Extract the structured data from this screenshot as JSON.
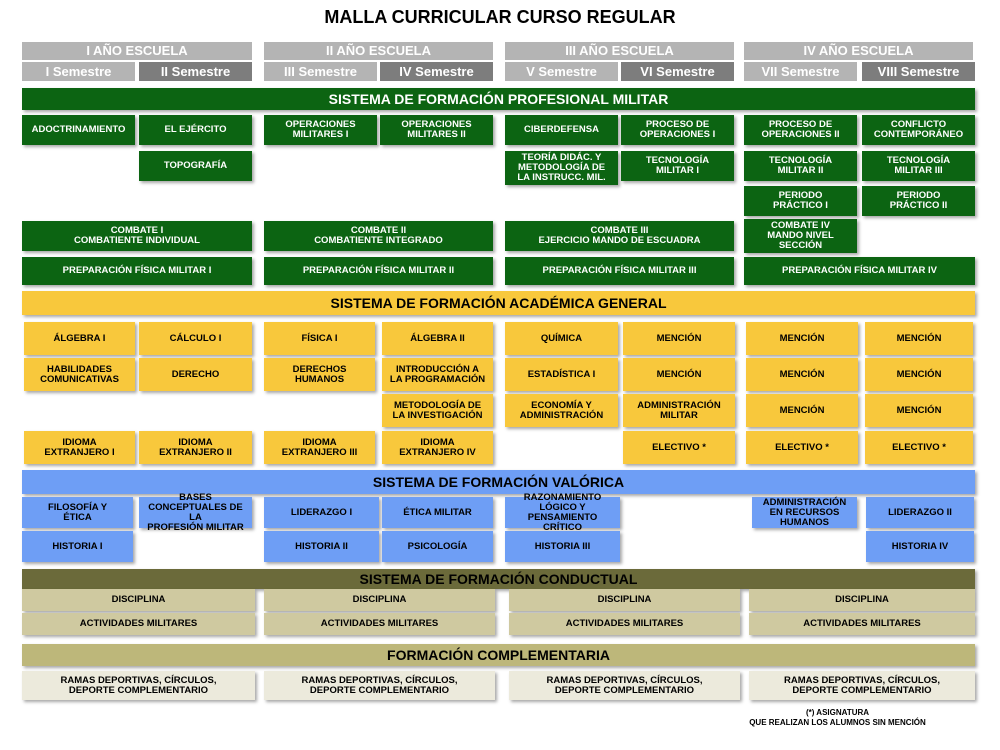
{
  "title": "MALLA CURRICULAR CURSO REGULAR",
  "years": [
    "I AÑO ESCUELA",
    "II AÑO ESCUELA",
    "III AÑO ESCUELA",
    "IV AÑO ESCUELA"
  ],
  "semesters": [
    "I Semestre",
    "II Semestre",
    "III Semestre",
    "IV Semestre",
    "V Semestre",
    "VI Semestre",
    "VII Semestre",
    "VIII Semestre"
  ],
  "profesional": {
    "header": "SISTEMA DE FORMACIÓN PROFESIONAL MILITAR",
    "items": [
      "ADOCTRINAMIENTO",
      "EL EJÉRCITO",
      "TOPOGRAFÍA",
      "OPERACIONES\nMILITARES I",
      "OPERACIONES\nMILITARES II",
      "CIBERDEFENSA",
      "TEORÍA DIDÁC. Y\nMETODOLOGÍA DE\nLA INSTRUCC. MIL.",
      "PROCESO DE\nOPERACIONES I",
      "TECNOLOGÍA\nMILITAR I",
      "PROCESO DE\nOPERACIONES II",
      "TECNOLOGÍA\nMILITAR II",
      "PERIODO\nPRÁCTICO I",
      "CONFLICTO\nCONTEMPORÁNEO",
      "TECNOLOGÍA\nMILITAR III",
      "PERIODO\nPRÁCTICO II",
      "COMBATE I\nCOMBATIENTE INDIVIDUAL",
      "COMBATE II\nCOMBATIENTE  INTEGRADO",
      "COMBATE III\nEJERCICIO MANDO DE ESCUADRA",
      "COMBATE IV\nMANDO NIVEL\nSECCIÓN",
      "PREPARACIÓN FÍSICA MILITAR I",
      "PREPARACIÓN FÍSICA MILITAR II",
      "PREPARACIÓN FÍSICA MILITAR III",
      "PREPARACIÓN FÍSICA MILITAR IV"
    ]
  },
  "academica": {
    "header": "SISTEMA DE FORMACIÓN ACADÉMICA GENERAL",
    "items": [
      "ÁLGEBRA I",
      "CÁLCULO I",
      "HABILIDADES\nCOMUNICATIVAS",
      "DERECHO",
      "IDIOMA\nEXTRANJERO  I",
      "IDIOMA\nEXTRANJERO II",
      "FÍSICA I",
      "ÁLGEBRA II",
      "DERECHOS\nHUMANOS",
      "INTRODUCCIÓN A\nLA PROGRAMACIÓN",
      "METODOLOGÍA DE\nLA INVESTIGACIÓN",
      "IDIOMA\nEXTRANJERO III",
      "IDIOMA\nEXTRANJERO IV",
      "QUÍMICA",
      "MENCIÓN",
      "ESTADÍSTICA I",
      "MENCIÓN",
      "ECONOMÍA Y\nADMINISTRACIÓN",
      "ADMINISTRACIÓN\nMILITAR",
      "ELECTIVO *",
      "MENCIÓN",
      "MENCIÓN",
      "MENCIÓN",
      "MENCIÓN",
      "MENCIÓN",
      "MENCIÓN",
      "ELECTIVO *",
      "ELECTIVO *"
    ]
  },
  "valorica": {
    "header": "SISTEMA DE FORMACIÓN VALÓRICA",
    "items": [
      "FILOSOFÍA Y\nÉTICA",
      "BASES\nCONCEPTUALES DE LA\nPROFESIÓN MILITAR",
      "HISTORIA I",
      "LIDERAZGO I",
      "ÉTICA MILITAR",
      "HISTORIA II",
      "PSICOLOGÍA",
      "RAZONAMIENTO\nLÓGICO Y\nPENSAMIENTO CRÍTICO",
      "HISTORIA III",
      "ADMINISTRACIÓN\nEN RECURSOS\nHUMANOS",
      "LIDERAZGO II",
      "HISTORIA IV"
    ]
  },
  "conductual": {
    "header": "SISTEMA DE FORMACIÓN CONDUCTUAL",
    "disciplina": "DISCIPLINA",
    "actividades": "ACTIVIDADES MILITARES"
  },
  "complementaria": {
    "header": "FORMACIÓN COMPLEMENTARIA",
    "item": "RAMAS DEPORTIVAS, CÍRCULOS,\nDEPORTE COMPLEMENTARIO"
  },
  "footnote": "(*) ASIGNATURA\nQUE REALIZAN LOS ALUMNOS SIN MENCIÓN"
}
